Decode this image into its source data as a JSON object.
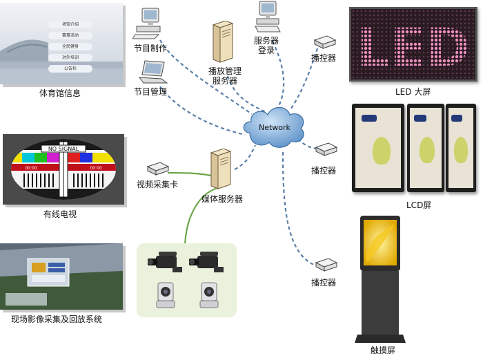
{
  "labels": {
    "stadium_info": "体育馆信息",
    "program_make": "节目制作",
    "program_manage": "节目管理",
    "playback_server_1": "播放管理",
    "playback_server_2": "服务器",
    "server_login_1": "服务器",
    "server_login_2": "登录",
    "network": "Network",
    "cable_tv": "有线电视",
    "video_capture_card": "视频采集卡",
    "media_server": "媒体服务器",
    "live_capture": "现场影像采集及回放系统",
    "player_1": "播控器",
    "player_2": "播控器",
    "player_3": "播控器",
    "led_screen": "LED 大屏",
    "lcd_screen": "LCD屏",
    "touch_screen": "触摸屏"
  },
  "stadium_menu": [
    "场馆介绍",
    "赛事活动",
    "全民健身",
    "对外培训",
    "公告栏"
  ],
  "no_signal": {
    "text": "NO  SIGNAL",
    "left_time": "00:00",
    "right_time": "00:00"
  },
  "led_text": "LED",
  "colors": {
    "link_dashed": "#5a7fa8",
    "link_green": "#6aa548",
    "cloud": "#6b9fd4",
    "led_bg": "#2a1a22",
    "led_dot": "#e87ab0"
  }
}
